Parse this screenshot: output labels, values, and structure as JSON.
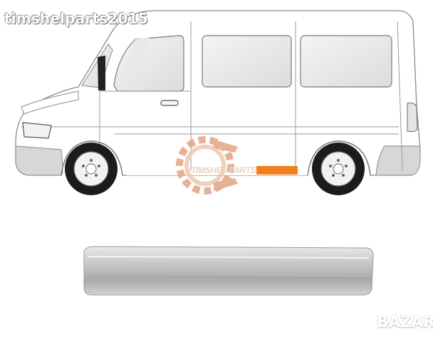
{
  "watermark": {
    "text": "timshelparts2015"
  },
  "logo": {
    "brand": "TIMSHEL PARTS",
    "gear_color": "#e2a484"
  },
  "marketplace_logo": {
    "text": "BAZAR"
  },
  "highlight_color": "#f07f1e",
  "icons": [
    "van-drawing",
    "gear-logo-icon",
    "sill-panel-part"
  ]
}
